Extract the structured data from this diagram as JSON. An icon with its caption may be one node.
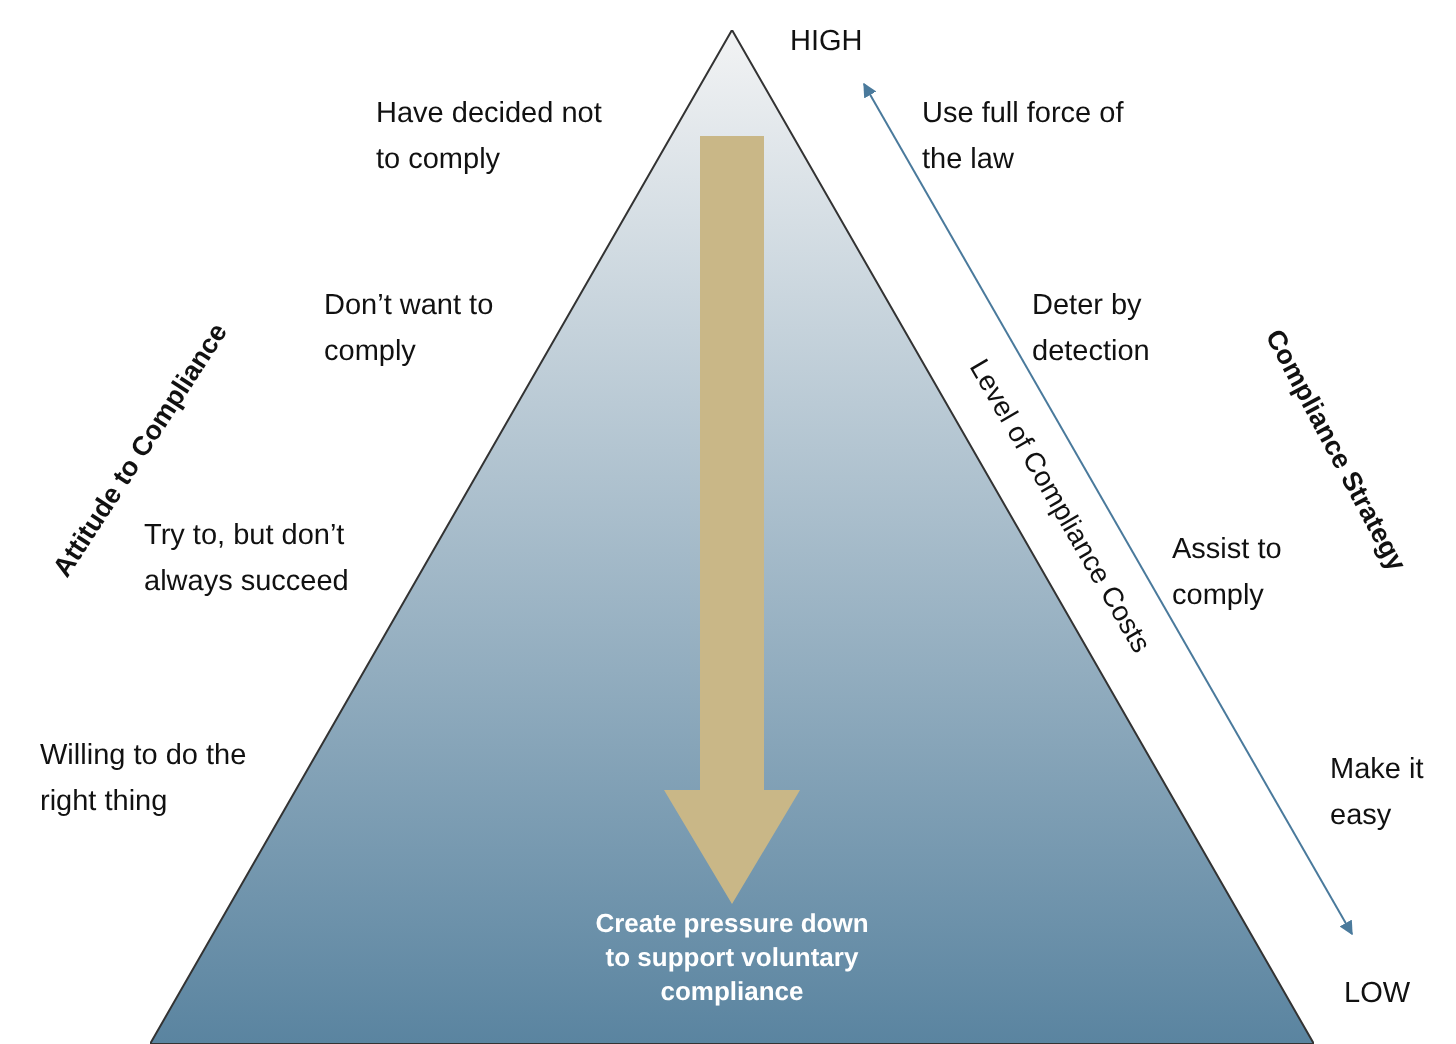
{
  "diagram": {
    "nodes": [
      {
        "text": [
          "Create pressure down to support voluntary compliance"
        ]
      }
    ],
    "edges": [],
    "labels": [
      "HIGH",
      "Have decided not to comply",
      "Use full force of the law",
      "Don’t want to comply",
      "Attitude to Compliance",
      "Level of Compliance Costs",
      "Deter by detection",
      "Compliance Strategy",
      "Try to, but don’t always succeed",
      "Assist to comply",
      "Willing to do the right thing",
      "Make it easy",
      "LOW"
    ]
  }
}
